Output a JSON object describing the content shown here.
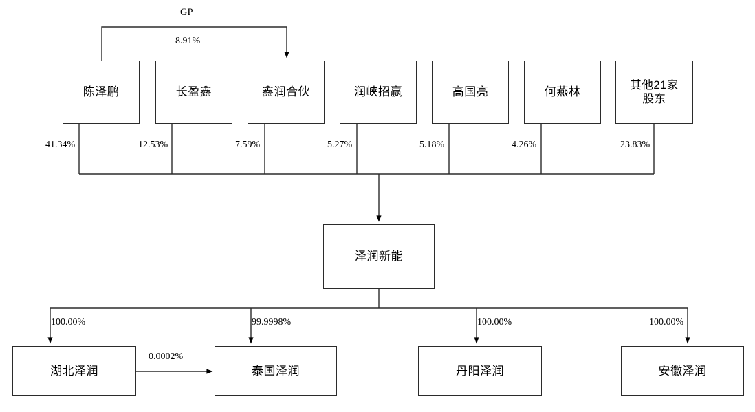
{
  "diagram": {
    "type": "ownership-structure-chart",
    "stroke_color": "#2b2b2b",
    "background_color": "#ffffff",
    "shareholders": [
      {
        "id": "chenzepeng",
        "label": "陈泽鹏",
        "stake": "41.34%"
      },
      {
        "id": "changyingxin",
        "label": "长盈鑫",
        "stake": "12.53%"
      },
      {
        "id": "xinrunhehuo",
        "label": "鑫润合伙",
        "stake": "7.59%"
      },
      {
        "id": "runxiazhaoying",
        "label": "润峡招赢",
        "stake": "5.27%"
      },
      {
        "id": "gaoguoliang",
        "label": "高国亮",
        "stake": "5.18%"
      },
      {
        "id": "heyanlin",
        "label": "何燕林",
        "stake": "4.26%"
      },
      {
        "id": "other21",
        "label": "其他21家\n股东",
        "stake": "23.83%"
      }
    ],
    "gp_relation": {
      "from": "陈泽鹏",
      "to": "鑫润合伙",
      "role_label": "GP",
      "stake": "8.91%"
    },
    "company": {
      "id": "zerunxinneng",
      "label": "泽润新能"
    },
    "subsidiaries": [
      {
        "id": "hubeizerun",
        "label": "湖北泽润",
        "stake": "100.00%"
      },
      {
        "id": "taiguozerun",
        "label": "泰国泽润",
        "stake": "99.9998%"
      },
      {
        "id": "danyangzerun",
        "label": "丹阳泽润",
        "stake": "100.00%"
      },
      {
        "id": "anhuizerun",
        "label": "安徽泽润",
        "stake": "100.00%"
      }
    ],
    "cross_relation": {
      "from": "湖北泽润",
      "to": "泰国泽润",
      "stake": "0.0002%"
    }
  }
}
